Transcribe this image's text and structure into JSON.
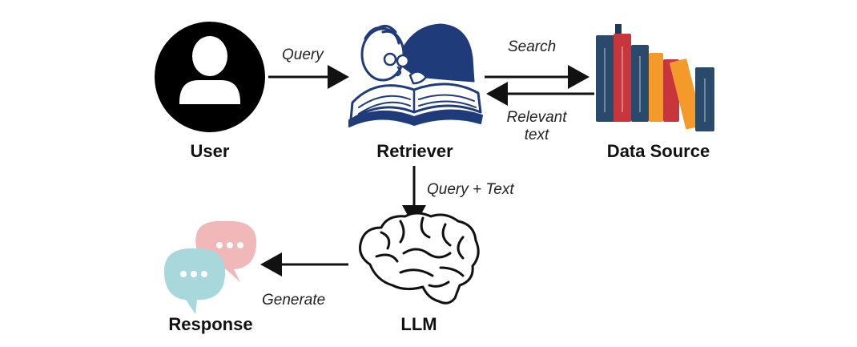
{
  "nodes": {
    "user": "User",
    "retriever": "Retriever",
    "data_source": "Data Source",
    "llm": "LLM",
    "response": "Response"
  },
  "edges": {
    "query": "Query",
    "search": "Search",
    "relevant_text_line1": "Relevant",
    "relevant_text_line2": "text",
    "query_plus_text": "Query + Text",
    "generate": "Generate"
  },
  "icons": {
    "user": "user-avatar-icon",
    "retriever": "reading-person-icon",
    "data_source": "books-icon",
    "llm": "brain-icon",
    "response": "chat-bubbles-icon"
  },
  "colors": {
    "user_circle": "#000000",
    "retriever_ink": "#1f3b7a",
    "book_red": "#c8363d",
    "book_navy": "#2a4a6b",
    "book_orange": "#f39a2b",
    "bubble_pink": "#f0b8b8",
    "bubble_teal": "#a9d8dc"
  }
}
